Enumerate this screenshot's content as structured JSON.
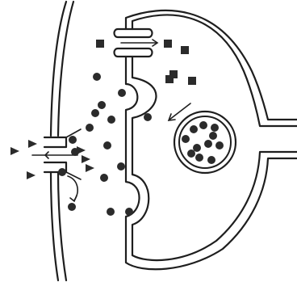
{
  "figure": {
    "palette": {
      "ink": "#1e1e1e",
      "particle": "#2b2b2b",
      "background": "#ffffff"
    },
    "structures": [
      {
        "name": "postsynaptic-membrane",
        "count": 1
      },
      {
        "name": "presynaptic-terminal",
        "count": 1
      },
      {
        "name": "synaptic-vesicle",
        "count": 1
      },
      {
        "name": "receptor-ion-channel",
        "count": 1
      },
      {
        "name": "reuptake-transporter-channel",
        "count": 1
      },
      {
        "name": "exocytosis-pocket",
        "count": 2
      }
    ],
    "particles": {
      "neurotransmitter_round": 27,
      "square_molecules": 6,
      "triangle_ions": 6
    },
    "text_labels": []
  }
}
